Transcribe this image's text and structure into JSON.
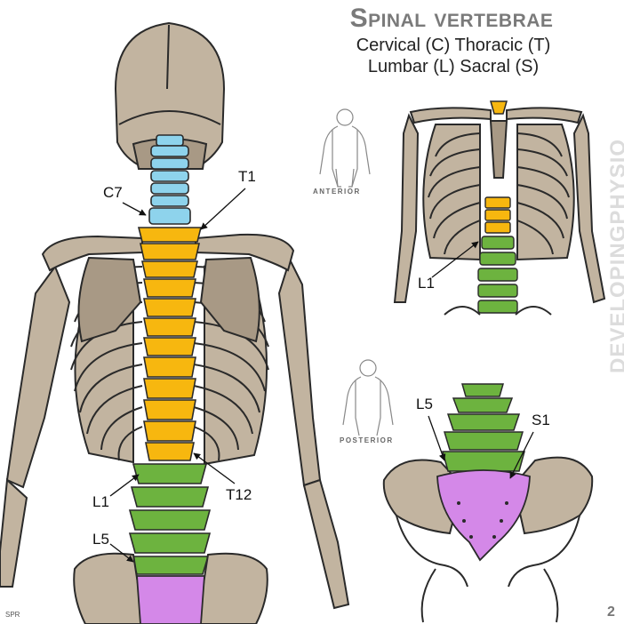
{
  "title": "Spinal vertebrae",
  "subtitle_line1": "Cervical (C) Thoracic (T)",
  "subtitle_line2": "Lumbar (L) Sacral (S)",
  "labels": {
    "c7": "C7",
    "t1": "T1",
    "l1_main": "L1",
    "t12": "T12",
    "l5_main": "L5",
    "l1_anterior": "L1",
    "l5_posterior": "L5",
    "s1": "S1"
  },
  "view_anterior": "ANTERIOR",
  "view_posterior": "POSTERIOR",
  "brand": "DEVELOPINGPHYSIO",
  "credit": "SPR",
  "page_number": "2",
  "colors": {
    "bone": "#c2b4a0",
    "bone_shadow": "#a89985",
    "cervical": "#8ed3ec",
    "thoracic": "#f7b70f",
    "lumbar": "#6db33f",
    "sacral": "#d488e8",
    "outline": "#2a2a2a"
  }
}
